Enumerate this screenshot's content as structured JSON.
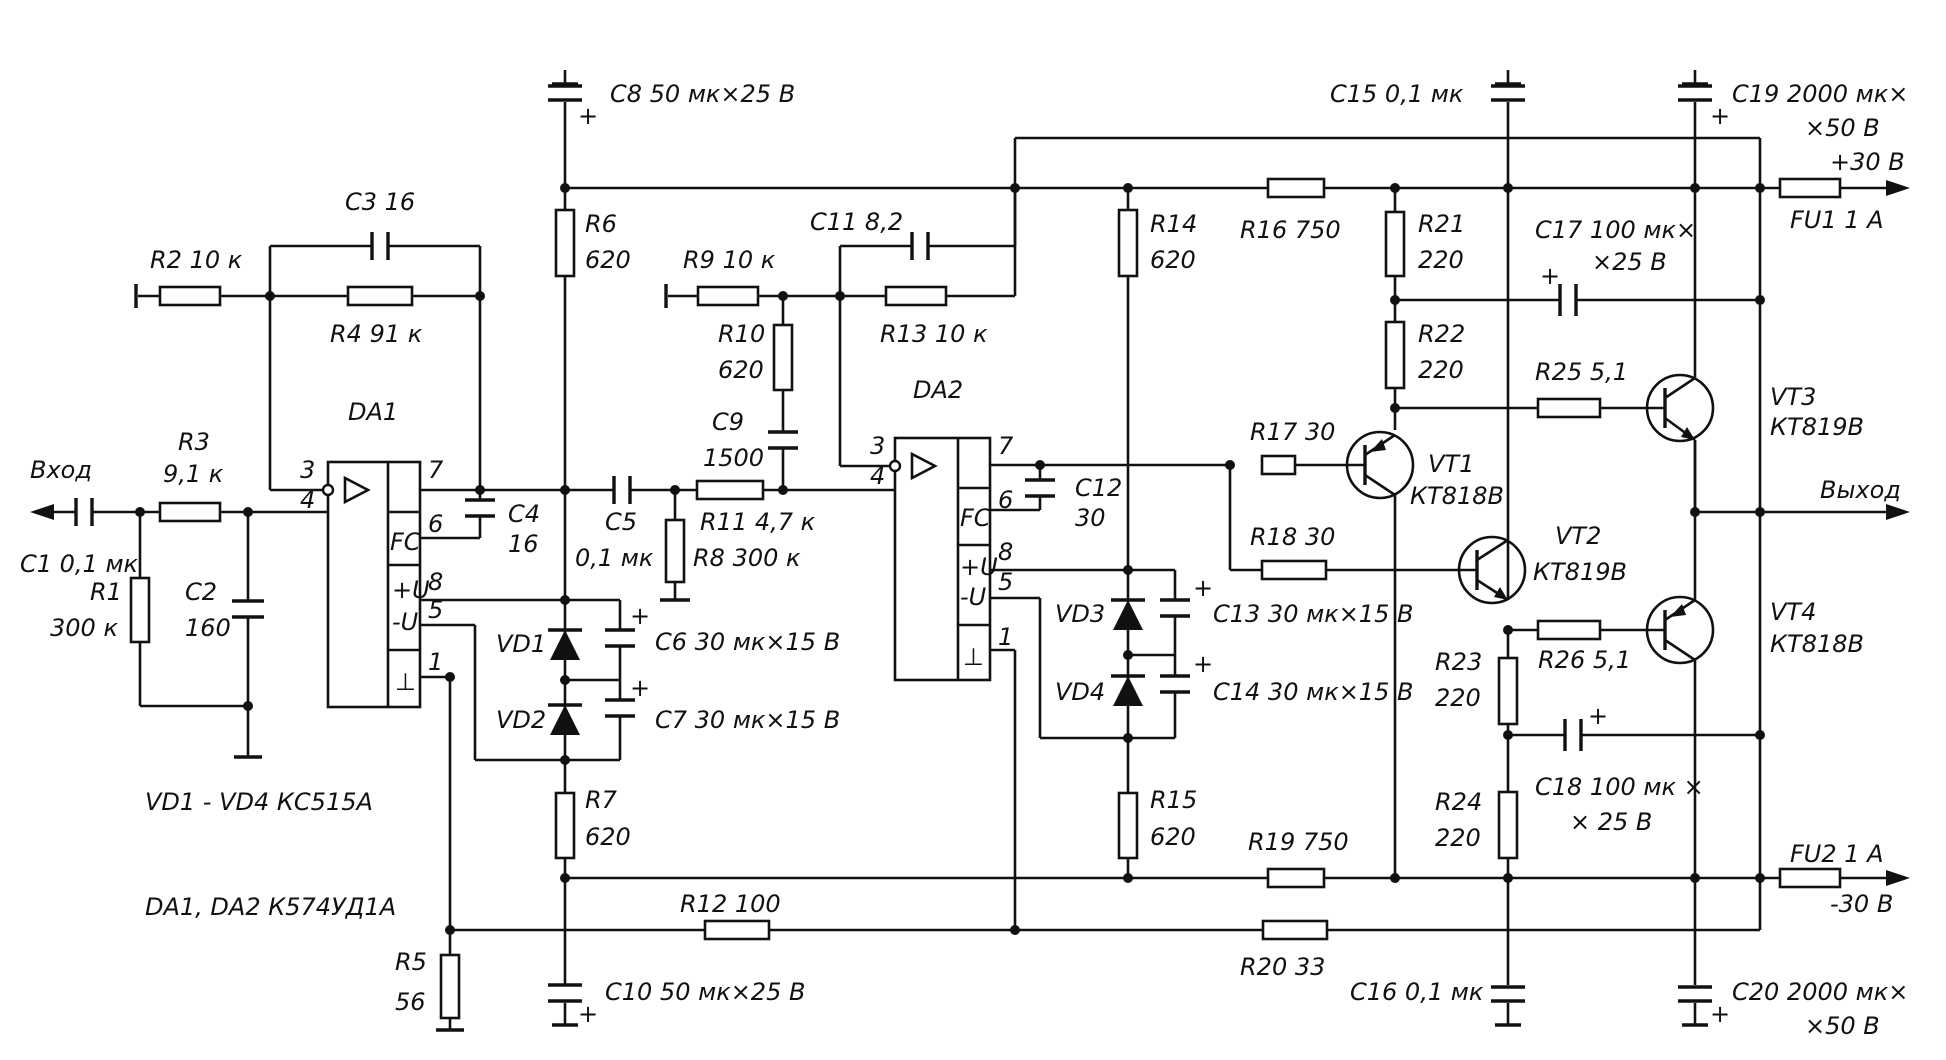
{
  "colors": {
    "ink": "#111111",
    "paper": "#ffffff"
  },
  "labels": {
    "input": "Вход",
    "output": "Выход",
    "plus30": "+30 В",
    "minus30": "-30 В",
    "da1": "DA1",
    "da2": "DA2",
    "vd_note": "VD1 - VD4   КС515А",
    "da_note": "DA1, DA2   К574УД1А",
    "c1": "C1 0,1 мк",
    "r1_name": "R1",
    "r1_val": "300 к",
    "c2_name": "C2",
    "c2_val": "160",
    "r3_name": "R3",
    "r3_val": "9,1 к",
    "r2": "R2 10 к",
    "c3": "C3 16",
    "r4": "R4 91 к",
    "c4_name": "C4",
    "c4_val": "16",
    "r6_name": "R6",
    "r6_val": "620",
    "c8": "C8  50 мк×25 В",
    "c5_name": "C5",
    "c5_val": "0,1 мк",
    "r8": "R8 300 к",
    "vd1": "VD1",
    "vd2": "VD2",
    "c6": "C6  30 мк×15 В",
    "c7": "C7  30 мк×15 В",
    "r7_name": "R7",
    "r7_val": "620",
    "r5_name": "R5",
    "r5_val": "56",
    "c10": "C10  50 мк×25 В",
    "r12": "R12  100",
    "r9": "R9  10 к",
    "r10_name": "R10",
    "r10_val": "620",
    "c9_name": "C9",
    "c9_val": "1500",
    "r11": "R11 4,7 к",
    "c11": "C11  8,2",
    "r13": "R13  10 к",
    "c12_name": "C12",
    "c12_val": "30",
    "r14_name": "R14",
    "r14_val": "620",
    "vd3": "VD3",
    "vd4": "VD4",
    "c13": "C13  30 мк×15 В",
    "c14": "C14  30 мк×15 В",
    "r15_name": "R15",
    "r15_val": "620",
    "r16": "R16  750",
    "r19": "R19  750",
    "r20": "R20  33",
    "r17": "R17 30",
    "r18": "R18 30",
    "vt1": "VT1",
    "vt1_type": "КТ818В",
    "vt2": "VT2",
    "vt2_type": "КТ819В",
    "vt3": "VT3",
    "vt3_type": "КТ819В",
    "vt4": "VT4",
    "vt4_type": "КТ818В",
    "r21_name": "R21",
    "r21_val": "220",
    "r22_name": "R22",
    "r22_val": "220",
    "r23_name": "R23",
    "r23_val": "220",
    "r24_name": "R24",
    "r24_val": "220",
    "r25": "R25 5,1",
    "r26": "R26 5,1",
    "c15": "C15  0,1 мк",
    "c16": "C16 0,1 мк",
    "c17": "C17  100 мк×",
    "c17b": "×25 В",
    "c18": "C18  100 мк ×",
    "c18b": "× 25 В",
    "c19": "C19  2000 мк×",
    "c19b": "×50 В",
    "c20": "C20  2000 мк×",
    "c20b": "×50 В",
    "fu1": "FU1  1 А",
    "fu2": "FU2  1 А",
    "pins": {
      "p1": "1",
      "p3": "3",
      "p4": "4",
      "p5": "5",
      "p6": "6",
      "p7": "7",
      "p8": "8"
    },
    "fc": "FC",
    "plus_u": "+U",
    "minus_u": "-U",
    "gnd_sym": "⊥",
    "plus": "+"
  }
}
